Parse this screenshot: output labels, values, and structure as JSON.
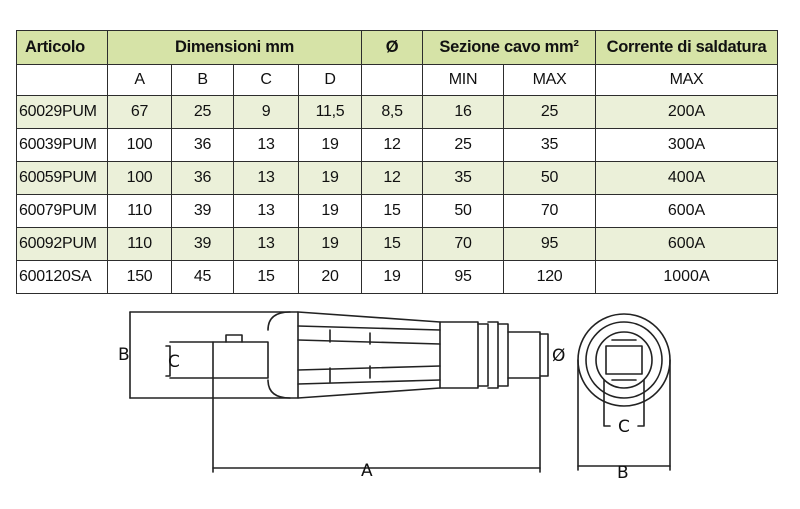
{
  "table": {
    "headers": {
      "articolo": "Articolo",
      "dimensioni": "Dimensioni mm",
      "diam": "Ø",
      "sezione": "Sezione cavo mm²",
      "corrente": "Corrente di saldatura"
    },
    "subheaders": [
      "A",
      "B",
      "C",
      "D",
      "",
      "MIN",
      "MAX",
      "MAX"
    ],
    "rows": [
      {
        "articolo": "60029PUM",
        "A": "67",
        "B": "25",
        "C": "9",
        "D": "11,5",
        "diam": "8,5",
        "min": "16",
        "max": "25",
        "corrente": "200A"
      },
      {
        "articolo": "60039PUM",
        "A": "100",
        "B": "36",
        "C": "13",
        "D": "19",
        "diam": "12",
        "min": "25",
        "max": "35",
        "corrente": "300A"
      },
      {
        "articolo": "60059PUM",
        "A": "100",
        "B": "36",
        "C": "13",
        "D": "19",
        "diam": "12",
        "min": "35",
        "max": "50",
        "corrente": "400A"
      },
      {
        "articolo": "60079PUM",
        "A": "110",
        "B": "39",
        "C": "13",
        "D": "19",
        "diam": "15",
        "min": "50",
        "max": "70",
        "corrente": "600A"
      },
      {
        "articolo": "60092PUM",
        "A": "110",
        "B": "39",
        "C": "13",
        "D": "19",
        "diam": "15",
        "min": "70",
        "max": "95",
        "corrente": "600A"
      },
      {
        "articolo": "600120SA",
        "A": "150",
        "B": "45",
        "C": "15",
        "D": "20",
        "diam": "19",
        "min": "95",
        "max": "120",
        "corrente": "1000A"
      }
    ]
  },
  "drawing": {
    "labels": {
      "A": "A",
      "B": "B",
      "C": "C",
      "diam": "Ø",
      "end_B": "B",
      "end_C": "C"
    }
  }
}
